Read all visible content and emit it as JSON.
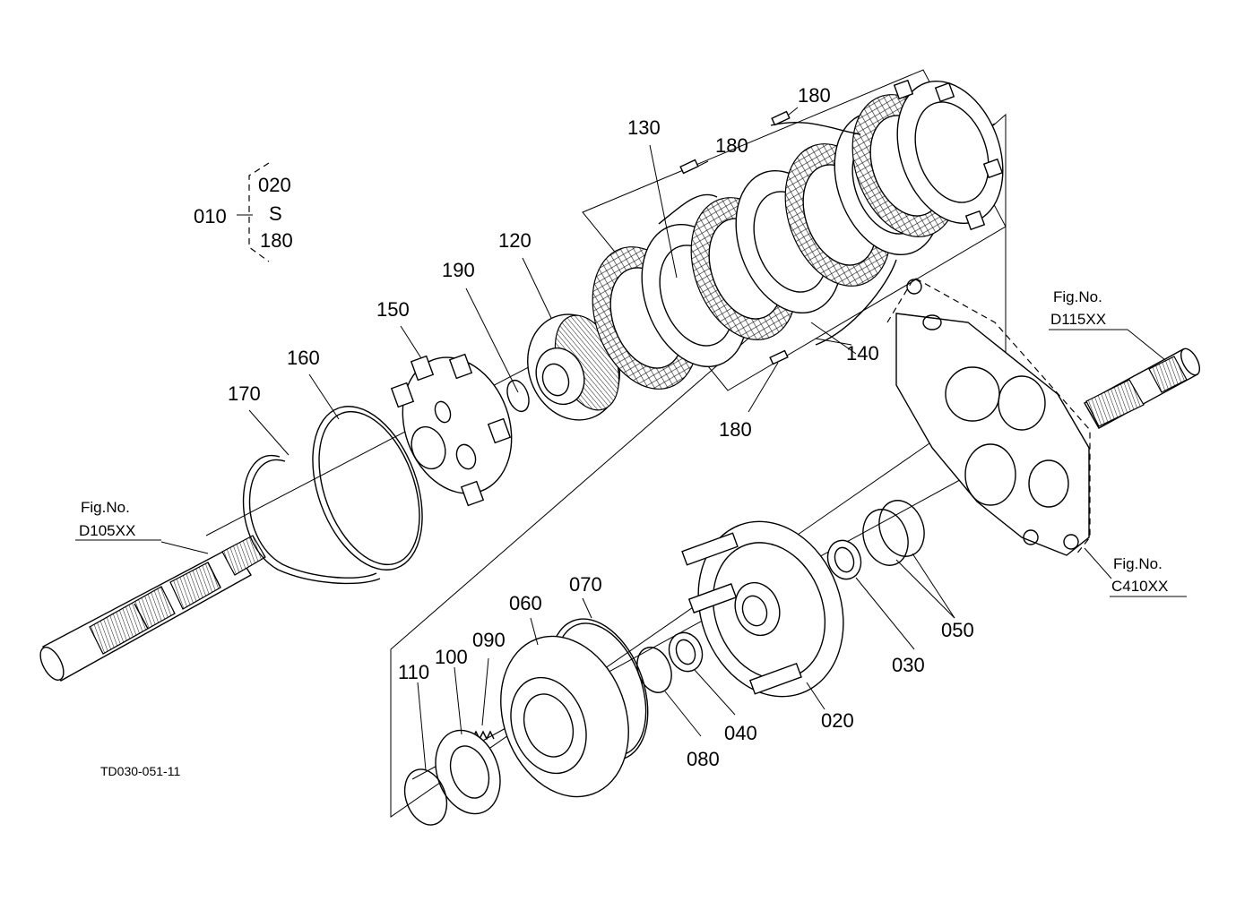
{
  "drawing_code": "TD030-051-11",
  "assembly": {
    "parent": "010",
    "range_start": "020",
    "range_symbol": "S",
    "range_end": "180"
  },
  "part_labels": {
    "p020": "020",
    "p030": "030",
    "p040": "040",
    "p050": "050",
    "p060": "060",
    "p070": "070",
    "p080": "080",
    "p090": "090",
    "p100": "100",
    "p110": "110",
    "p120": "120",
    "p130": "130",
    "p140": "140",
    "p150": "150",
    "p160": "160",
    "p170": "170",
    "p180a": "180",
    "p180b": "180",
    "p180c": "180",
    "p190": "190"
  },
  "figure_refs": {
    "left_title": "Fig.No.",
    "left_code": "D105XX",
    "right_top_title": "Fig.No.",
    "right_top_code": "D115XX",
    "right_bottom_title": "Fig.No.",
    "right_bottom_code": "C410XX"
  }
}
